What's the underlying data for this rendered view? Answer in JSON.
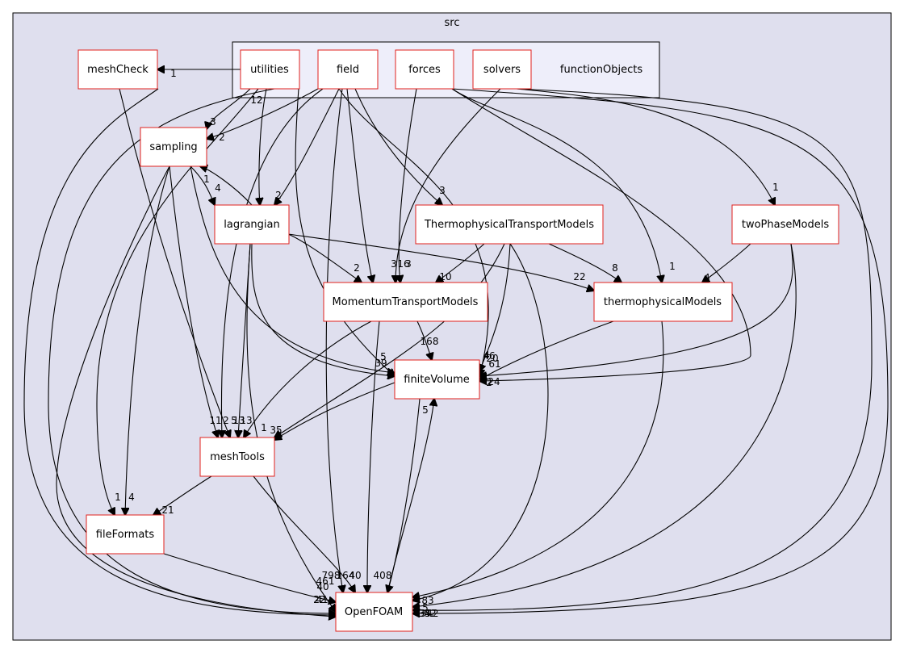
{
  "graph": {
    "root_label": "src",
    "group_label": "functionObjects",
    "colors": {
      "background": "#ffffff",
      "cluster_fill": "#dfdfee",
      "group_fill": "#eeeefa",
      "node_fill": "#ffffff",
      "node_stroke": "#e0201c",
      "border": "#000000",
      "edge": "#000000"
    },
    "nodes": {
      "meshCheck": "meshCheck",
      "utilities": "utilities",
      "field": "field",
      "forces": "forces",
      "solvers": "solvers",
      "sampling": "sampling",
      "lagrangian": "lagrangian",
      "ThermophysicalTransportModels": "ThermophysicalTransportModels",
      "twoPhaseModels": "twoPhaseModels",
      "MomentumTransportModels": "MomentumTransportModels",
      "thermophysicalModels": "thermophysicalModels",
      "finiteVolume": "finiteVolume",
      "meshTools": "meshTools",
      "fileFormats": "fileFormats",
      "OpenFOAM": "OpenFOAM"
    },
    "edge_labels": [
      "1",
      "3",
      "2",
      "12",
      "1",
      "4",
      "2",
      "3",
      "3",
      "16",
      "3",
      "10",
      "2",
      "8",
      "22",
      "4",
      "1",
      "4",
      "1",
      "168",
      "5",
      "39",
      "46",
      "61",
      "20",
      "24",
      "2",
      "5",
      "35",
      "1",
      "11",
      "2",
      "5",
      "13",
      "13",
      "1",
      "4",
      "21",
      "461",
      "40",
      "2",
      "22",
      "41",
      "798",
      "164",
      "40",
      "408",
      "83",
      "5",
      "35",
      "342",
      "42"
    ]
  }
}
